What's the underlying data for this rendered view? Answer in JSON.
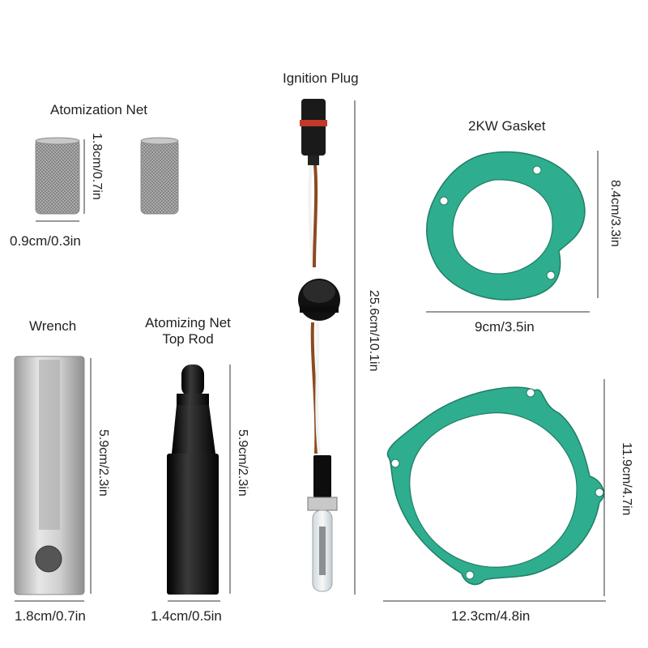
{
  "labels": {
    "ignition_plug": "Ignition Plug",
    "atomization_net": "Atomization Net",
    "gasket_2kw": "2KW Gasket",
    "wrench": "Wrench",
    "atomizing_net_top_rod_line1": "Atomizing Net",
    "atomizing_net_top_rod_line2": "Top Rod"
  },
  "dimensions": {
    "net_height": "1.8cm/0.7in",
    "net_width": "0.9cm/0.3in",
    "plug_length": "25.6cm/10.1in",
    "gasket_small_height": "8.4cm/3.3in",
    "gasket_small_width": "9cm/3.5in",
    "gasket_large_height": "11.9cm/4.7in",
    "gasket_large_width": "12.3cm/4.8in",
    "wrench_height": "5.9cm/2.3in",
    "wrench_width": "1.8cm/0.7in",
    "rod_height": "5.9cm/2.3in",
    "rod_width": "1.4cm/0.5in"
  },
  "colors": {
    "gasket": "#2fae8f",
    "wrench_metal": "#c9c9c9",
    "rod": "#111111",
    "wire_brown": "#8b4a20",
    "mesh": "#9a9a9a"
  }
}
